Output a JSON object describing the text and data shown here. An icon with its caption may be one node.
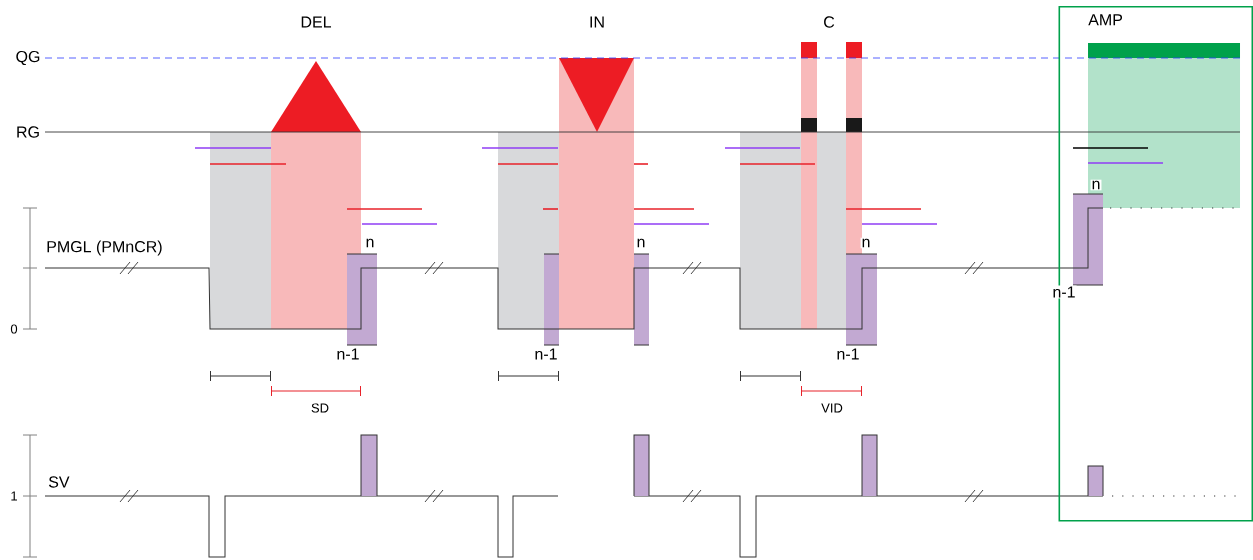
{
  "diagram": {
    "nodes": [
      {
        "text": [
          "AMP"
        ]
      }
    ],
    "labels": [
      "DEL",
      "IN",
      "C",
      "QG",
      "RG",
      "n",
      "PMGL  (PMnCR)",
      "n",
      "n",
      "n",
      "n-1",
      "0",
      "n-1",
      "n-1",
      "n-1",
      "SD",
      "VID",
      "SV",
      "1"
    ]
  }
}
